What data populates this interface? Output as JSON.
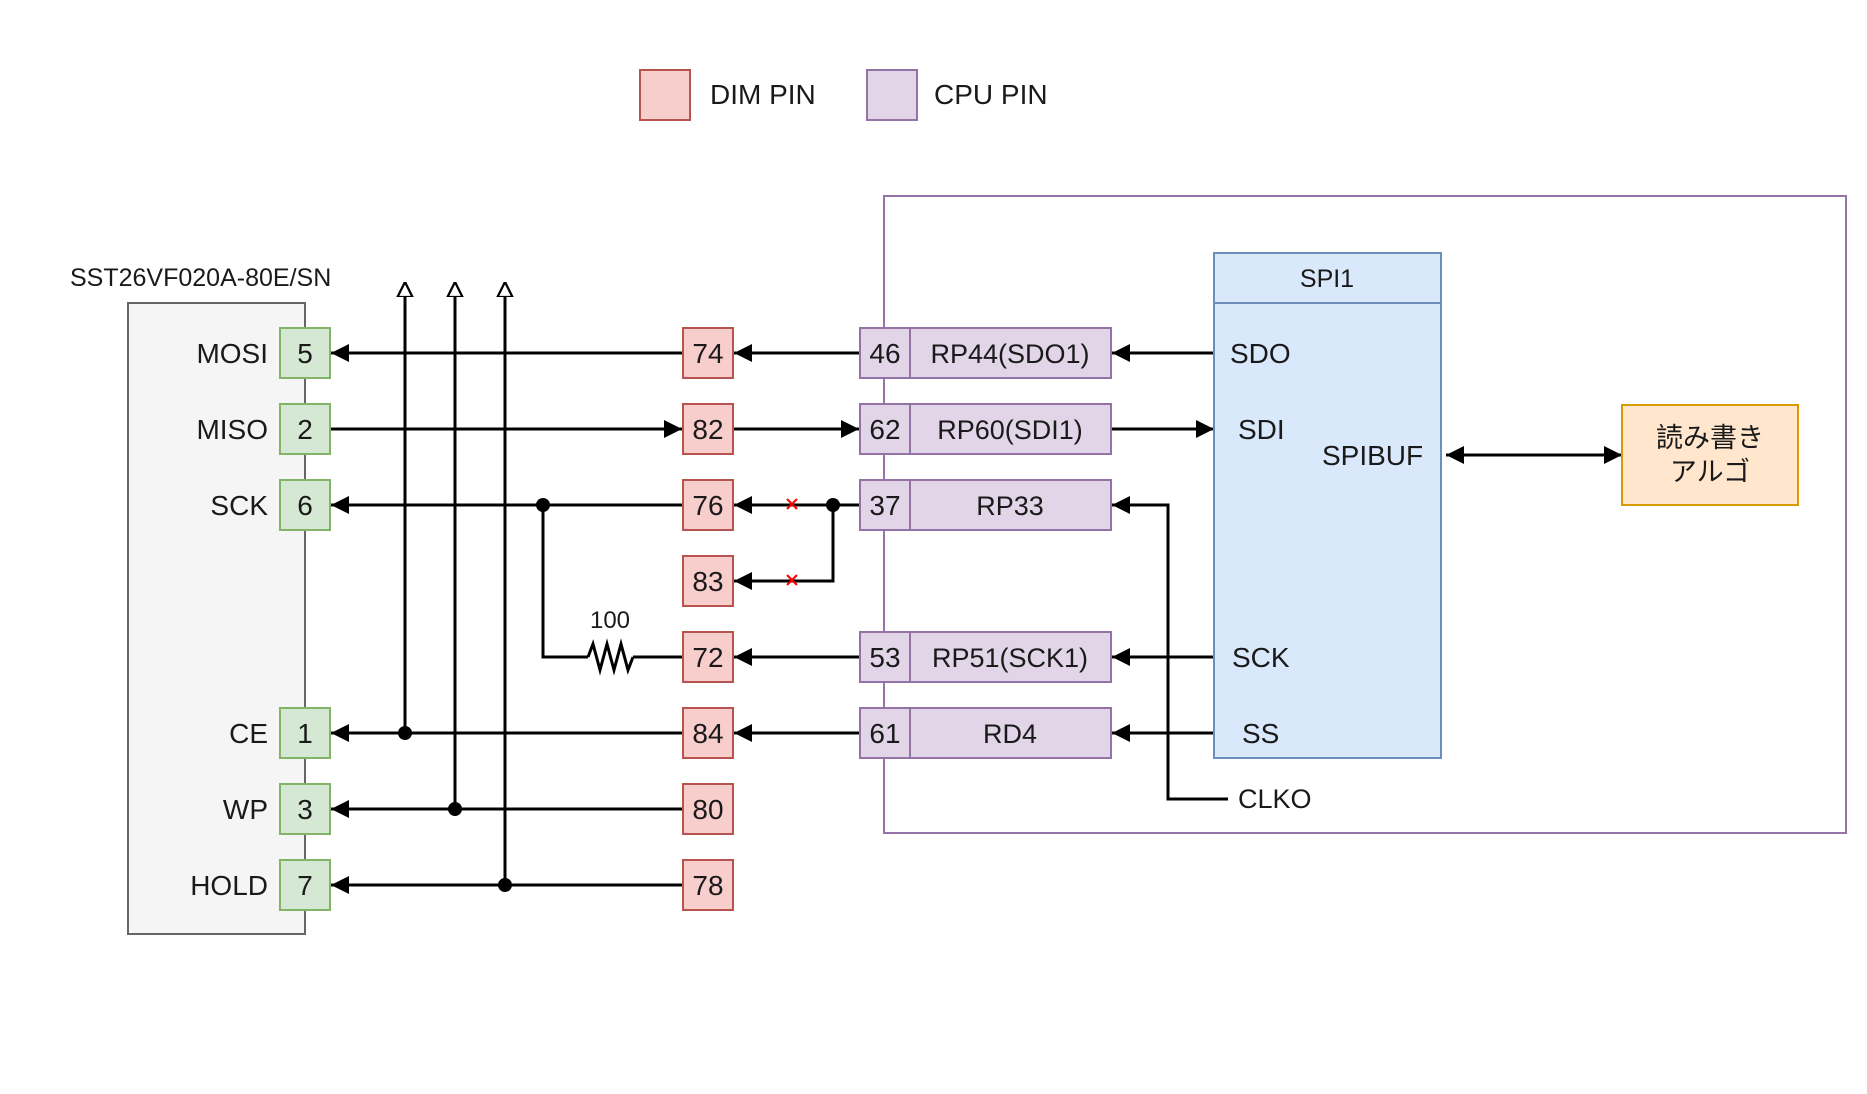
{
  "legend": {
    "dim_pin": {
      "label": "DIM PIN",
      "fill": "#f8cecc",
      "stroke": "#b85450"
    },
    "cpu_pin": {
      "label": "CPU PIN",
      "fill": "#e1d5e7",
      "stroke": "#9673a6"
    }
  },
  "chip": {
    "part_number": "SST26VF020A-80E/SN",
    "fill": "#f5f5f5",
    "stroke": "#666666",
    "pin_fill": "#d5e8d4",
    "pin_stroke": "#82b366",
    "pins": [
      {
        "name": "MOSI",
        "number": "5"
      },
      {
        "name": "MISO",
        "number": "2"
      },
      {
        "name": "SCK",
        "number": "6"
      },
      {
        "name": "CE",
        "number": "1"
      },
      {
        "name": "WP",
        "number": "3"
      },
      {
        "name": "HOLD",
        "number": "7"
      }
    ]
  },
  "dim_pins": [
    "74",
    "82",
    "76",
    "83",
    "72",
    "84",
    "80",
    "78"
  ],
  "resistor": {
    "value": "100"
  },
  "cpu": {
    "frame_stroke": "#9673a6",
    "pins": [
      {
        "number": "46",
        "label": "RP44(SDO1)"
      },
      {
        "number": "62",
        "label": "RP60(SDI1)"
      },
      {
        "number": "37",
        "label": "RP33"
      },
      {
        "number": "53",
        "label": "RP51(SCK1)"
      },
      {
        "number": "61",
        "label": "RD4"
      }
    ],
    "clko": "CLKO"
  },
  "spi": {
    "title": "SPI1",
    "fill": "#dae8fc",
    "stroke": "#6c8ebf",
    "signals": {
      "sdo": "SDO",
      "sdi": "SDI",
      "spibuf": "SPIBUF",
      "sck": "SCK",
      "ss": "SS"
    }
  },
  "algo": {
    "line1": "読み書き",
    "line2": "アルゴ",
    "fill": "#ffe6cc",
    "stroke": "#d79b00"
  },
  "cross_mark_color": "#ff0000"
}
